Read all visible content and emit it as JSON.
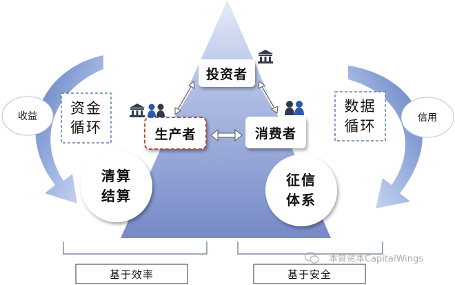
{
  "diagram": {
    "roles": {
      "investor": "投资者",
      "producer": "生产者",
      "consumer": "消费者"
    },
    "left": {
      "cycle": "资金\n循环",
      "side_label": "收益",
      "circle": "清算\n结算",
      "footer": "基于效率"
    },
    "right": {
      "cycle": "数据\n循环",
      "side_label": "信用",
      "circle": "征信\n体系",
      "footer": "基于安全"
    },
    "watermark": "本質资本CapitalWings"
  },
  "colors": {
    "triangle": "#8d9fd2",
    "arrow": "#7f9bd4",
    "dash_blue": "#5b7fb4",
    "dash_red": "#c0392b",
    "icon": "#2f3a4a",
    "person_blue": "#2b5aa8"
  }
}
